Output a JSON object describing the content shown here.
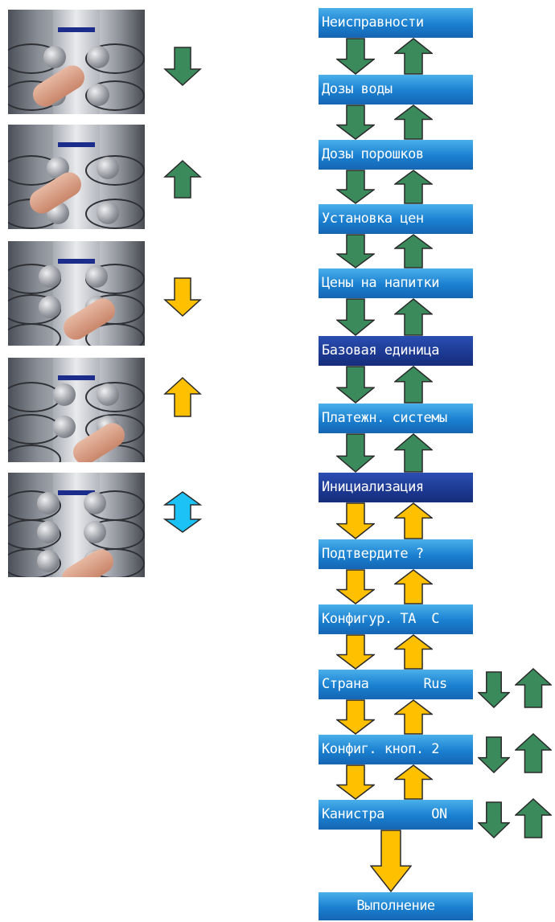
{
  "colors": {
    "green": "#3a8a5c",
    "yellow": "#ffc000",
    "cyan": "#1cc2f5",
    "outline": "#2a2a2a"
  },
  "legend": [
    {
      "photo": "hand-pressing-down-key",
      "icon": "arrow-down-icon",
      "color": "green"
    },
    {
      "photo": "hand-pressing-up-key",
      "icon": "arrow-up-icon",
      "color": "green"
    },
    {
      "photo": "hand-pressing-second-down-key",
      "icon": "arrow-down-icon",
      "color": "yellow"
    },
    {
      "photo": "hand-pressing-second-up-key",
      "icon": "arrow-up-icon",
      "color": "yellow"
    },
    {
      "photo": "hand-pressing-confirm-key",
      "icon": "double-arrow-icon",
      "color": "cyan"
    }
  ],
  "menu": [
    {
      "label": "Неисправности"
    },
    {
      "label": "Дозы воды"
    },
    {
      "label": "Дозы порошков"
    },
    {
      "label": "Установка цен"
    },
    {
      "label": "Цены на напитки"
    },
    {
      "label": "Базовая единица"
    },
    {
      "label": "Платежн. системы"
    },
    {
      "label": "Инициализация"
    },
    {
      "label": "Подтвердите ?"
    },
    {
      "label": "Конфигур. ТА  C"
    },
    {
      "label": "Страна       Rus"
    },
    {
      "label": "Конфиг. кноп. 2"
    },
    {
      "label": "Канистра      ON"
    },
    {
      "label": "Выполнение"
    }
  ]
}
